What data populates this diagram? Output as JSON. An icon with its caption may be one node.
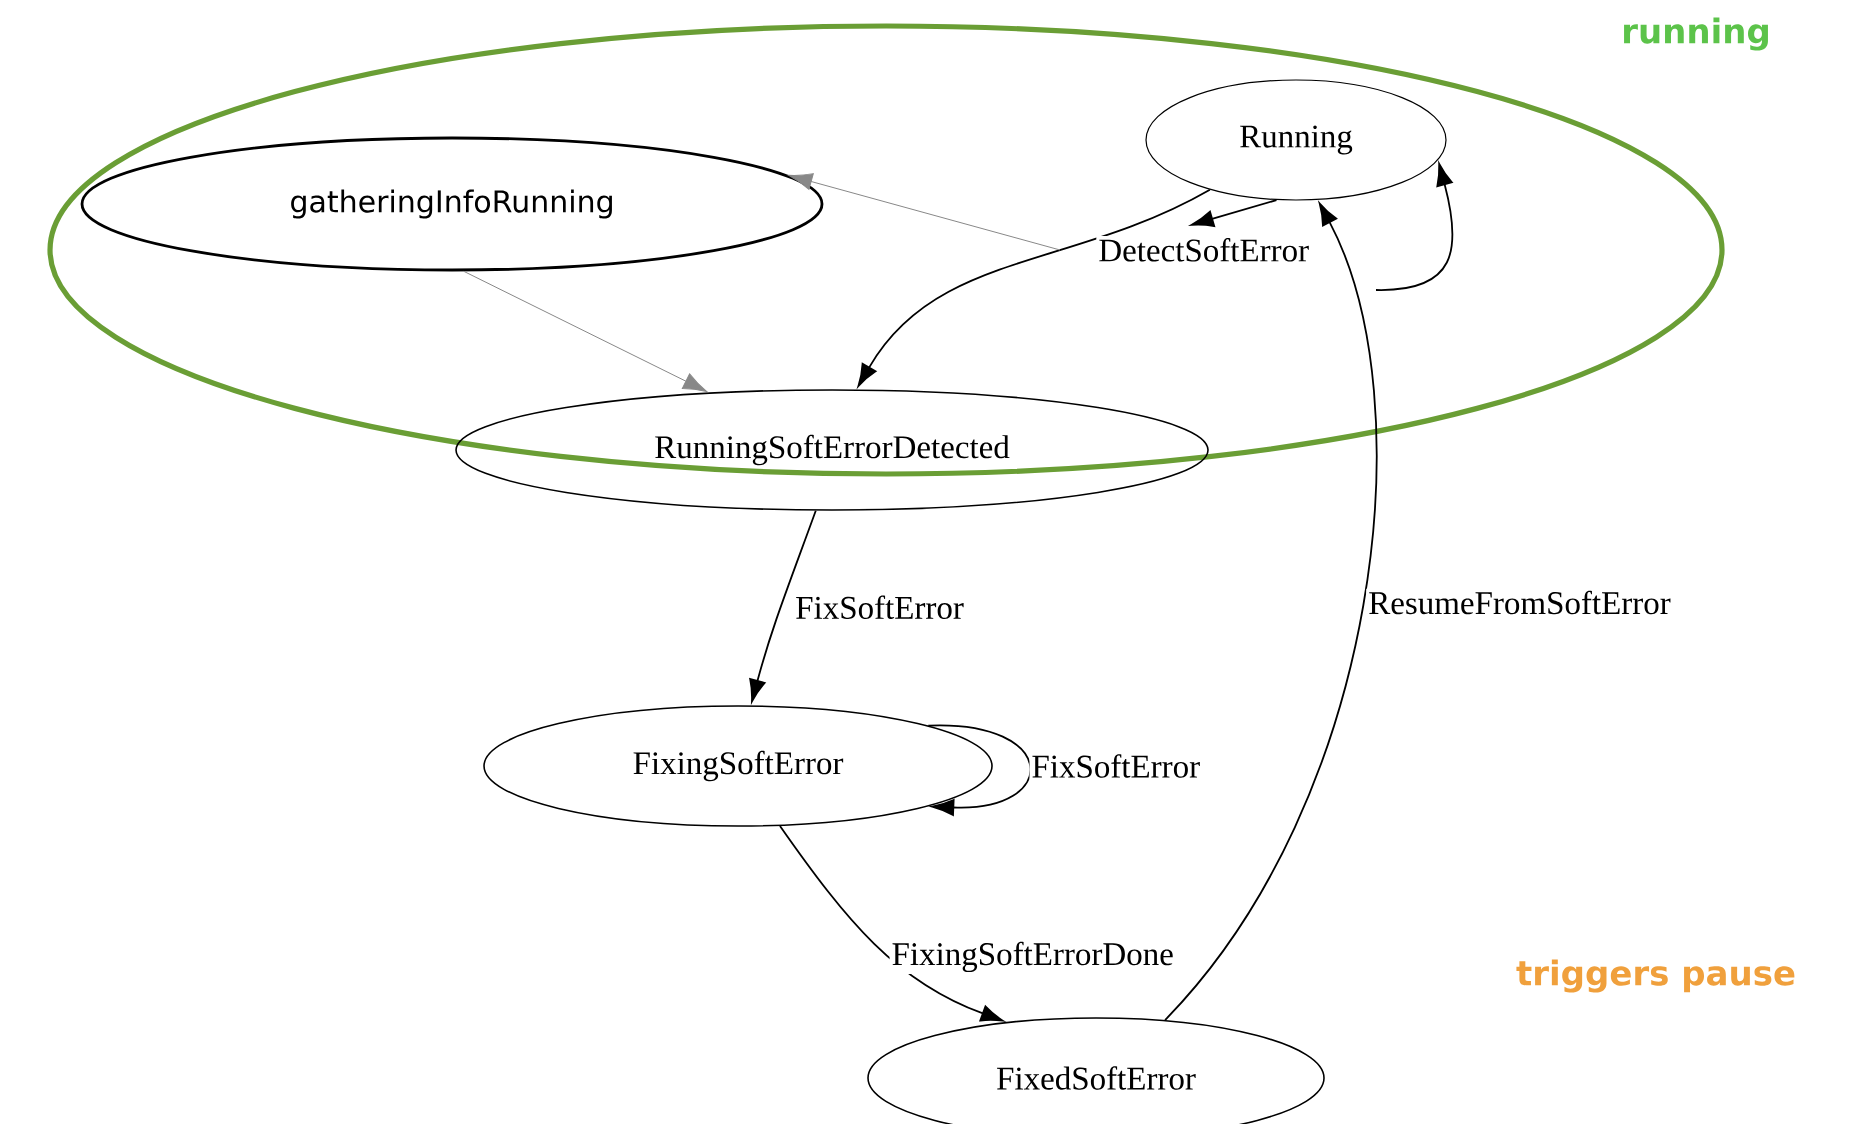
{
  "diagram": {
    "nodes": [
      {
        "text": [
          "running"
        ]
      },
      {
        "text": [
          "gatheringInfoRunning"
        ],
        "in": 0
      },
      {
        "text": [
          "Running"
        ],
        "in": 0
      },
      {
        "text": [
          "RunningSoftErrorDetected"
        ]
      },
      {
        "text": [
          "FixingSoftError"
        ]
      },
      {
        "text": [
          "FixedSoftError"
        ]
      }
    ],
    "edges": [
      {
        "from": 2,
        "to": 3,
        "arrow": "to",
        "label": "DetectSoftError"
      },
      {
        "from": 2,
        "to": null,
        "arrow": "to"
      },
      {
        "from": null,
        "to": 2,
        "arrow": "to"
      },
      {
        "from": null,
        "to": 1,
        "arrow": "to",
        "color": "#888888"
      },
      {
        "from": 1,
        "to": 3,
        "arrow": "to",
        "color": "#888888"
      },
      {
        "from": 3,
        "to": 4,
        "arrow": "to",
        "label": "FixSoftError"
      },
      {
        "from": 4,
        "to": 4,
        "arrow": "to",
        "label": "FixSoftError"
      },
      {
        "from": 4,
        "to": 5,
        "arrow": "to",
        "label": "FixingSoftErrorDone"
      },
      {
        "from": 5,
        "to": 2,
        "arrow": "to",
        "label": "ResumeFromSoftError"
      }
    ],
    "labels": [
      "triggers pause"
    ]
  }
}
